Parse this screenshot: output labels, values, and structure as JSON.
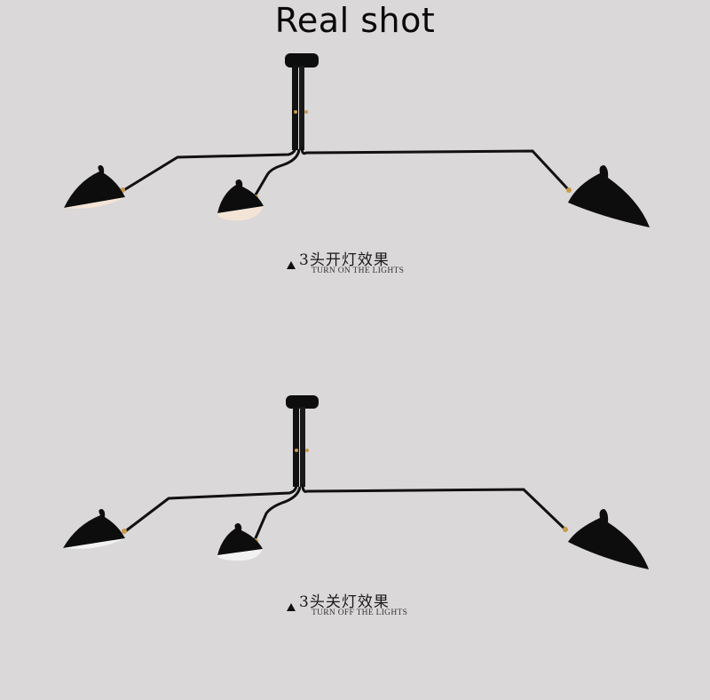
{
  "title": "Real shot",
  "panels": [
    {
      "state": "on",
      "caption_zh": "3头开灯效果",
      "caption_en": "TURN ON THE LIGHTS",
      "shade_inner_color": "#f4e4d6"
    },
    {
      "state": "off",
      "caption_zh": "3头关灯效果",
      "caption_en": "TURN OFF THE LIGHTS",
      "shade_inner_color": "#f2f2f2"
    }
  ],
  "colors": {
    "background": "#dad8d9",
    "lamp": "#0d0d0d",
    "brass": "#c89a4a"
  }
}
